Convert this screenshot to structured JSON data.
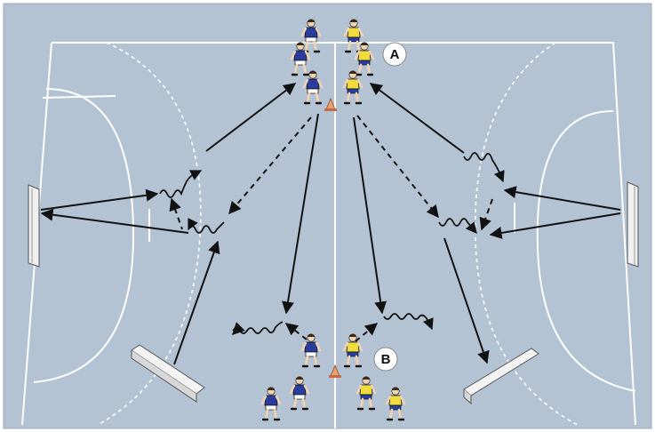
{
  "labels": {
    "group_a": "A",
    "group_b": "B"
  },
  "colors": {
    "court": "#b4c3d4",
    "team_blue": "#2a3c9c",
    "team_yellow": "#f0dc3c",
    "cone": "#e8a070",
    "bench": "#f2f2f2"
  },
  "icons": [
    "player-figure",
    "cone",
    "bench",
    "goal"
  ]
}
